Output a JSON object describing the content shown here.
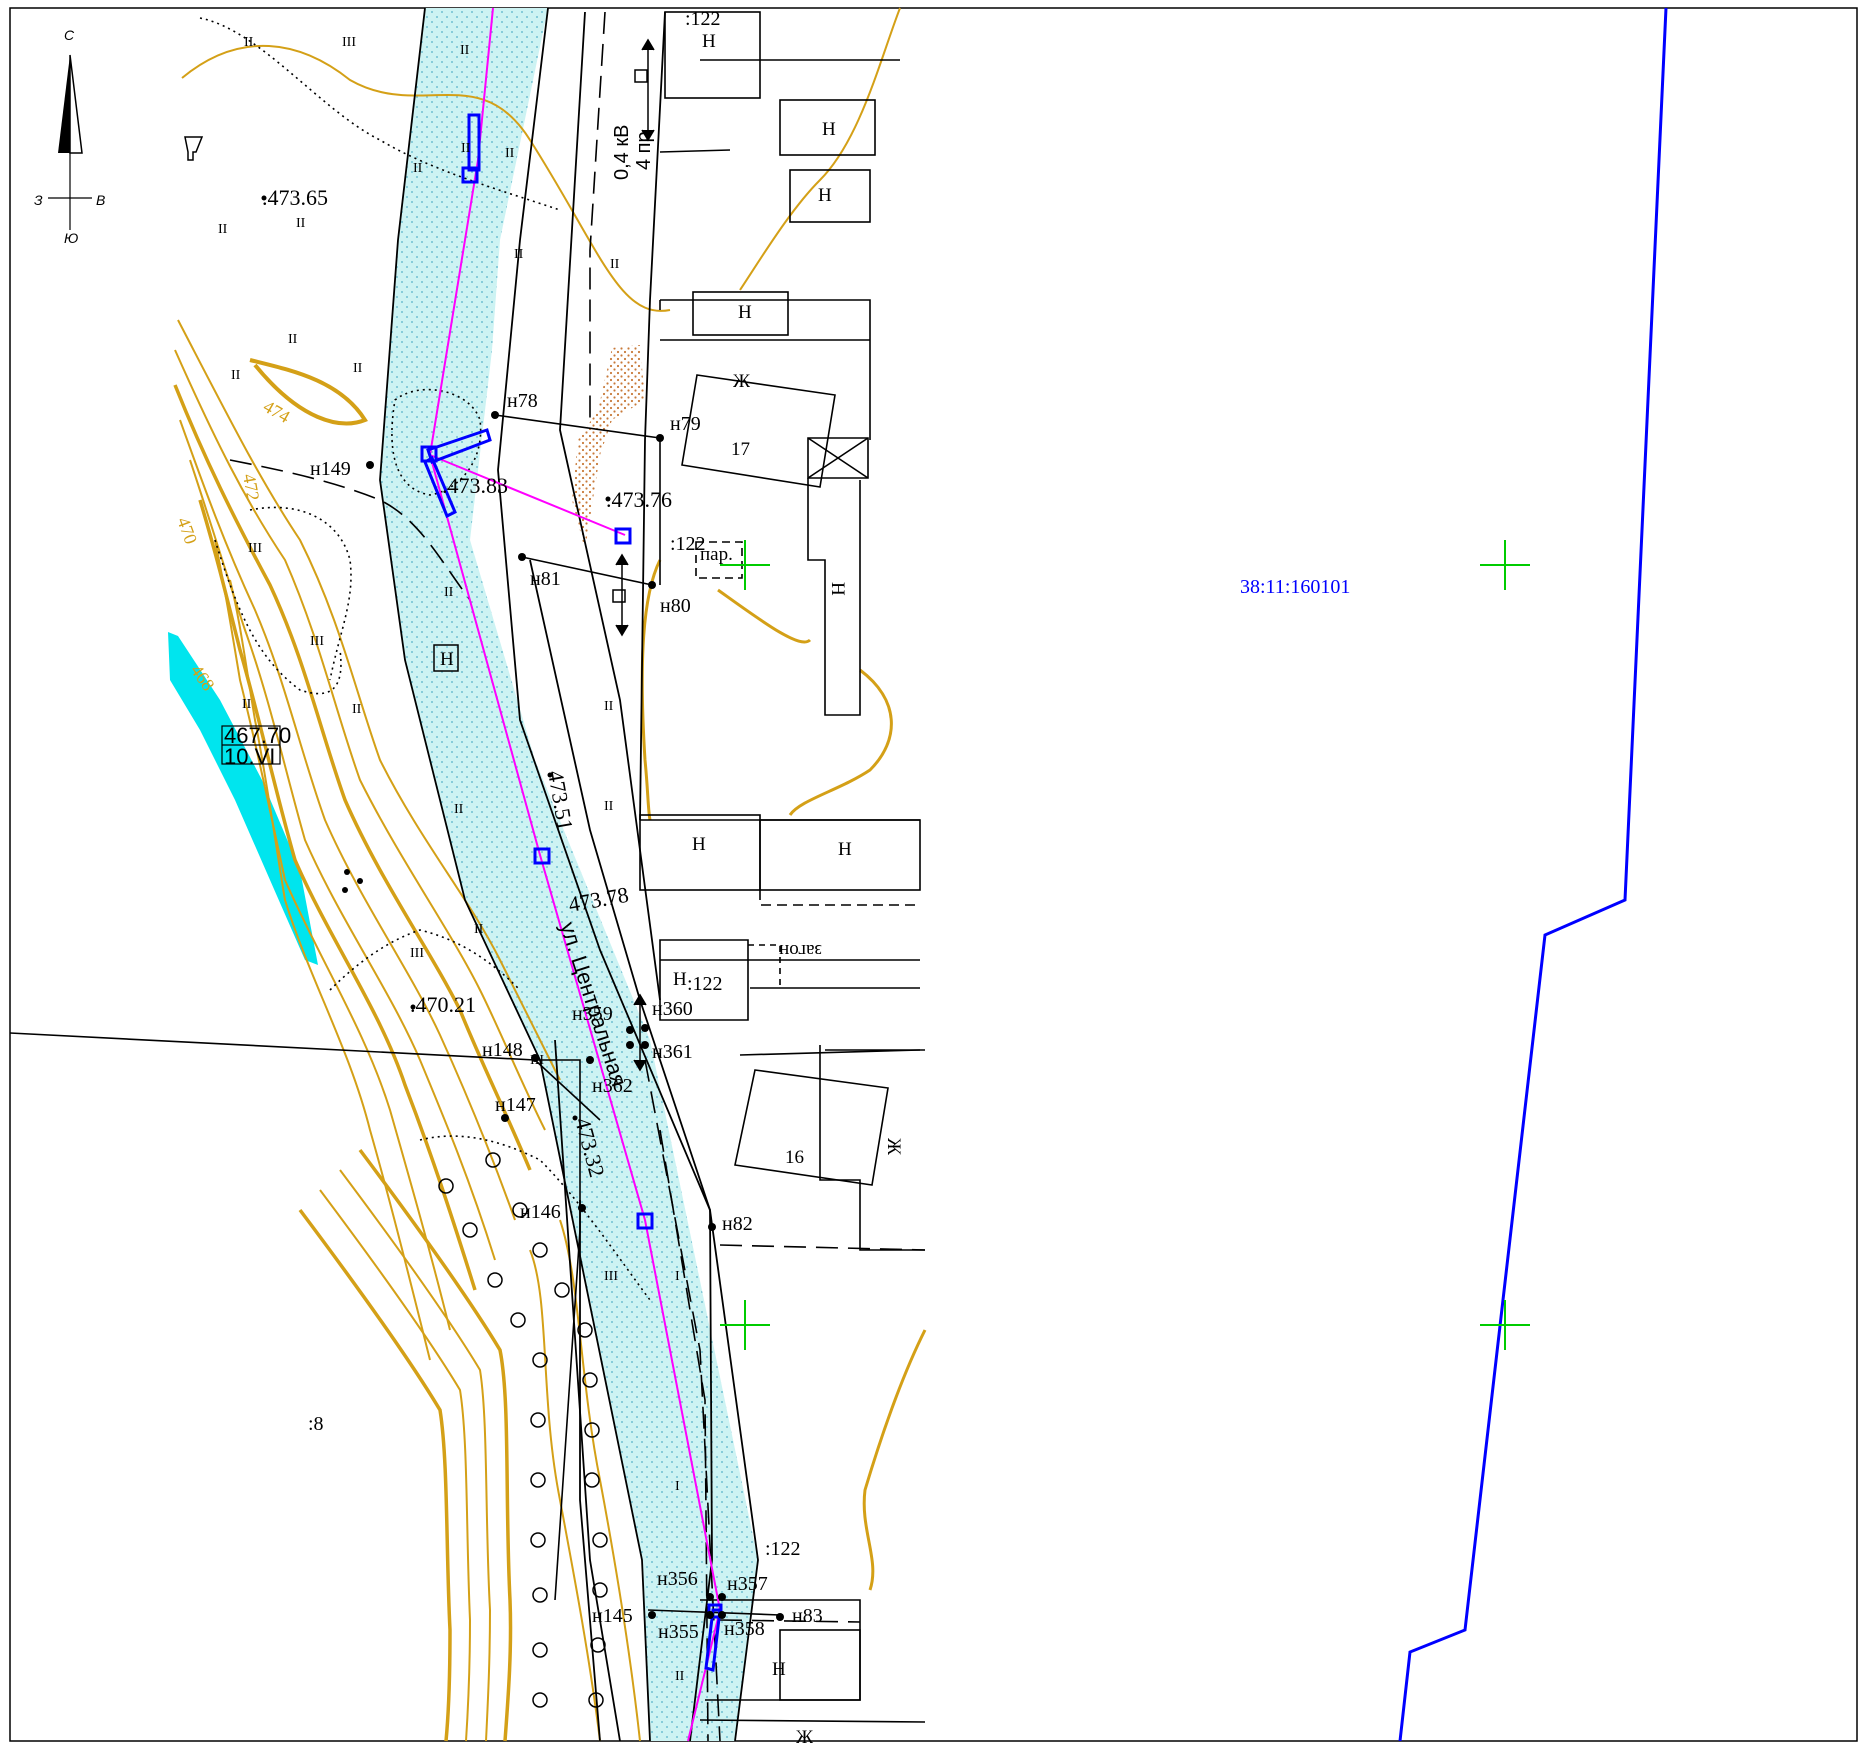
{
  "compass": {
    "north": "С",
    "south": "Ю",
    "west": "З",
    "east": "В"
  },
  "cadastral_quarter": "38:11:160101",
  "parcel_labels": [
    ":122",
    ":122",
    ":122",
    ":122",
    ":8"
  ],
  "points": [
    "н78",
    "н79",
    "н80",
    "н81",
    "н149",
    "н148",
    "н147",
    "н146",
    "н145",
    "н82",
    "н83",
    "н359",
    "н360",
    "н361",
    "н362",
    "н356",
    "н357",
    "н355",
    "н358"
  ],
  "elevations": [
    ".473.65",
    ".473.83",
    ".473.76",
    "473.51",
    "473.78",
    ".470.21",
    "473.32"
  ],
  "water_mark": {
    "value": "467.70",
    "date": "10.VI"
  },
  "contour_labels": [
    "474",
    "472",
    "470",
    "468"
  ],
  "buildings": {
    "n": "Н",
    "zh": "Ж",
    "num17": "17",
    "num16": "16",
    "par": "пар.",
    "zagon": "загон",
    "road_box": "Н"
  },
  "powerline": {
    "voltage": "0,4 кВ",
    "wires": "4 пр"
  },
  "street": "ул. Центральная",
  "colors": {
    "boundary": "#0000ff",
    "easement": "#ff00ff",
    "contour": "#d4a017",
    "road_fill": "#c8f2f2",
    "water": "#00e5ee",
    "grid_cross": "#00cc00",
    "soil": "#c87a3a"
  }
}
